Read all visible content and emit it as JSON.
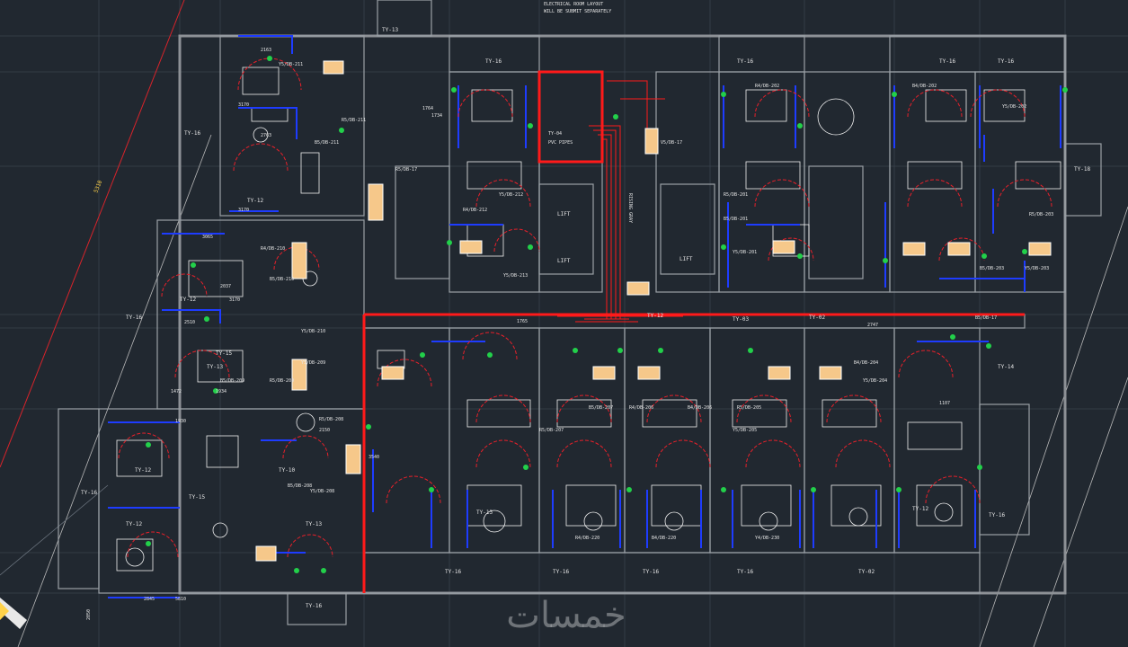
{
  "note": {
    "line1": "ELECTRICAL ROOM LAYOUT",
    "line2": "WILL BE SUBMIT SEPARATELY"
  },
  "dimension_left": "5310",
  "dimension_bottom": "2050",
  "core": {
    "lift1": "LIFT",
    "lift2": "LIFT",
    "lift3": "LIFT",
    "riser": "RISING GRAY",
    "pvc": "PVC PIPES",
    "ty04": "TY-04"
  },
  "room_tags": [
    "TY-13",
    "TY-16",
    "TY-16",
    "TY-15",
    "TY-16",
    "TY-16",
    "TY-16",
    "TY-16",
    "TY-18",
    "TY-12",
    "TY-12",
    "TY-15",
    "TY-13",
    "TY-12",
    "TY-12",
    "TY-10",
    "TY-16",
    "TY-13",
    "TY-16",
    "TY-14",
    "TY-13",
    "TY-12",
    "TY-16",
    "TY-16",
    "TY-16",
    "TY-16",
    "TY-02",
    "TY-02",
    "TY-03",
    "TY-12",
    "TY-16"
  ],
  "db_labels": [
    "Y5/DB-211",
    "R5/DB-211",
    "B5/DB-211",
    "Y5/DB-212",
    "R4/DB-212",
    "Y5/DB-213",
    "R4/DB-202",
    "B4/DB-202",
    "Y5/DB-202",
    "R5/DB-203",
    "B5/DB-203",
    "Y5/DB-203",
    "R4/DB-210",
    "B5/DB-210",
    "Y5/DB-210",
    "R5/DB-209",
    "Y5/DB-209",
    "B5/DB-209",
    "R5/DB-208",
    "B5/DB-208",
    "Y5/DB-208",
    "R5/DB-207",
    "B5/DB-207",
    "R4/DB-206",
    "B4/DB-206",
    "Y5/DB-205",
    "R5/DB-205",
    "B4/DB-204",
    "Y5/DB-204",
    "R5/DB-201",
    "B5/DB-201",
    "Y5/DB-201",
    "R4/DB-220",
    "B4/DB-220",
    "Y4/DB-230",
    "V5/DB-17",
    "R5/DB-17",
    "B5/DB-17"
  ],
  "dims": [
    "2163",
    "3170",
    "2763",
    "3170",
    "3170",
    "2037",
    "1764",
    "2510",
    "1472",
    "1934",
    "3065",
    "1734",
    "1765",
    "2747",
    "1107",
    "2150",
    "3540",
    "5810",
    "2845",
    "1930"
  ],
  "watermark": "خمسات"
}
